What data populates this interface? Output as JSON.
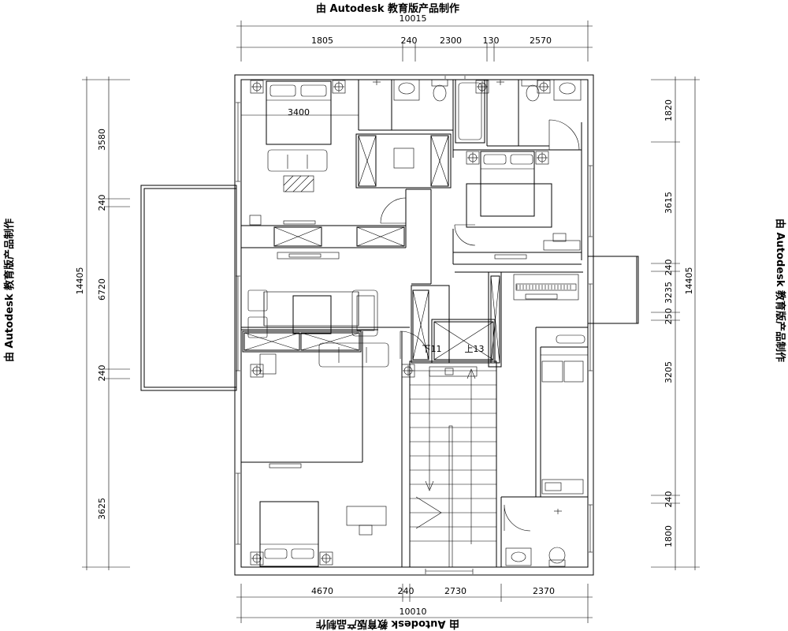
{
  "watermark": {
    "top": "由 Autodesk 教育版产品制作",
    "bottom": "由 Autodesk 教育版产品制作",
    "left": "由 Autodesk 教育版产品制作",
    "right": "由 Autodesk 教育版产品制作"
  },
  "dimensions": {
    "top_total": "10015",
    "top": [
      "1805",
      "240",
      "2300",
      "130",
      "2570"
    ],
    "bottom_total": "10010",
    "bottom": [
      "4670",
      "240",
      "2730",
      "2370"
    ],
    "left_total": "14405",
    "left": [
      "3580",
      "240",
      "6720",
      "240",
      "3625"
    ],
    "right_total": "14405",
    "right": [
      "1820",
      "3615",
      "240",
      "3235",
      "250",
      "3205",
      "240",
      "1800"
    ]
  },
  "labels": {
    "room_width": "3400",
    "stair_down": "下11",
    "stair_up": "上13"
  }
}
